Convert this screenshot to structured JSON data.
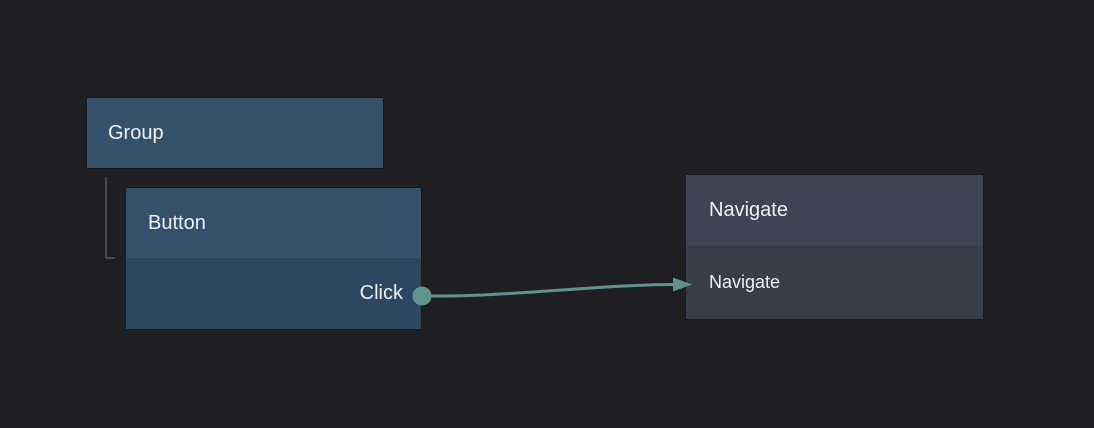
{
  "canvas": {
    "background": "#1f1f21"
  },
  "nodes": {
    "group": {
      "title": "Group"
    },
    "button": {
      "title": "Button",
      "output_port": "Click"
    },
    "navigate": {
      "title": "Navigate",
      "action": "Navigate"
    }
  },
  "colors": {
    "background": "#1f1f21",
    "group_header": "#35506b",
    "button_header": "#35506b",
    "button_body": "#2e4760",
    "navigate_header": "#3f4454",
    "navigate_body": "#393d4a",
    "edge": "#5f948e",
    "hierarchy_line": "#48484b",
    "text": "#eef0f2"
  }
}
